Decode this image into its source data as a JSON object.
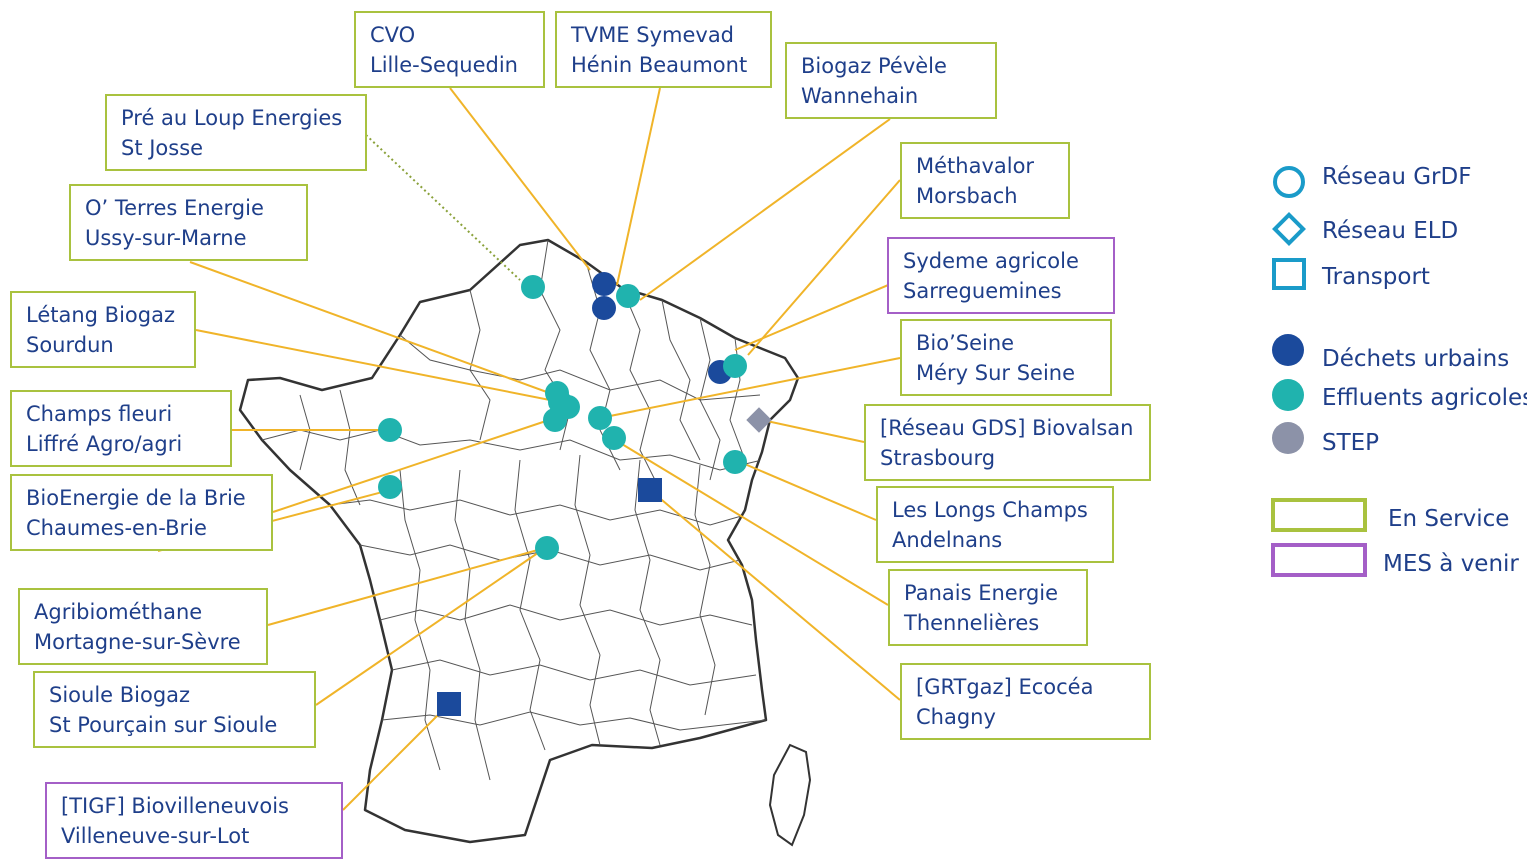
{
  "sites": [
    {
      "id": "cvo",
      "name": "CVO",
      "location": "Lille-Sequedin",
      "status": "en_service"
    },
    {
      "id": "tvme",
      "name": "TVME Symevad",
      "location": "Hénin Beaumont",
      "status": "en_service"
    },
    {
      "id": "pevele",
      "name": "Biogaz Pévèle",
      "location": "Wannehain",
      "status": "en_service"
    },
    {
      "id": "preauloup",
      "name": "Pré au Loup Energies",
      "location": "St Josse",
      "status": "en_service"
    },
    {
      "id": "methavalor",
      "name": "Méthavalor",
      "location": "Morsbach",
      "status": "en_service"
    },
    {
      "id": "oterres",
      "name": "O’ Terres Energie",
      "location": "Ussy-sur-Marne",
      "status": "en_service"
    },
    {
      "id": "sydeme",
      "name": "Sydeme agricole",
      "location": "Sarreguemines",
      "status": "mes_a_venir"
    },
    {
      "id": "letang",
      "name": "Létang Biogaz",
      "location": "Sourdun",
      "status": "en_service"
    },
    {
      "id": "bioseine",
      "name": "Bio’Seine",
      "location": "Méry Sur Seine",
      "status": "en_service"
    },
    {
      "id": "champsfleuri",
      "name": "Champs fleuri",
      "location": "Liffré  Agro/agri",
      "status": "en_service"
    },
    {
      "id": "biovalsan",
      "name": "[Réseau GDS] Biovalsan",
      "location": "Strasbourg",
      "status": "en_service"
    },
    {
      "id": "bioenergie",
      "name": "BioEnergie de la Brie",
      "location": "Chaumes-en-Brie",
      "status": "en_service"
    },
    {
      "id": "longschamps",
      "name": "Les Longs Champs",
      "location": "Andelnans",
      "status": "en_service"
    },
    {
      "id": "agribio",
      "name": "Agribiométhane",
      "location": "Mortagne-sur-Sèvre",
      "status": "en_service"
    },
    {
      "id": "panais",
      "name": "Panais Energie",
      "location": "Thennelières",
      "status": "en_service"
    },
    {
      "id": "sioule",
      "name": "Sioule Biogaz",
      "location": "St Pourçain sur Sioule",
      "status": "en_service"
    },
    {
      "id": "ecocea",
      "name": "[GRTgaz] Ecocéa",
      "location": "Chagny",
      "status": "en_service"
    },
    {
      "id": "tigf",
      "name": "[TIGF] Biovilleneuvois",
      "location": "Villeneuve-sur-Lot",
      "status": "mes_a_venir"
    }
  ],
  "markers": [
    {
      "kind": "circle",
      "category": "agricole"
    },
    {
      "kind": "circle",
      "category": "urbain"
    },
    {
      "kind": "circle",
      "category": "urbain"
    },
    {
      "kind": "circle",
      "category": "agricole"
    },
    {
      "kind": "circle",
      "category": "urbain"
    },
    {
      "kind": "circle",
      "category": "agricole"
    },
    {
      "kind": "circle",
      "category": "agricole"
    },
    {
      "kind": "circle",
      "category": "agricole"
    },
    {
      "kind": "circle",
      "category": "agricole"
    },
    {
      "kind": "circle",
      "category": "agricole"
    },
    {
      "kind": "circle",
      "category": "agricole"
    },
    {
      "kind": "circle",
      "category": "agricole"
    },
    {
      "kind": "circle",
      "category": "agricole"
    },
    {
      "kind": "circle",
      "category": "agricole"
    },
    {
      "kind": "circle",
      "category": "agricole"
    },
    {
      "kind": "circle",
      "category": "agricole"
    },
    {
      "kind": "diamond",
      "category": "step"
    },
    {
      "kind": "square",
      "category": "urbain"
    },
    {
      "kind": "square",
      "category": "urbain"
    }
  ],
  "legend": {
    "network": [
      {
        "shape": "circle",
        "label": "Réseau GrDF"
      },
      {
        "shape": "diamond",
        "label": "Réseau ELD"
      },
      {
        "shape": "square",
        "label": "Transport"
      }
    ],
    "waste": [
      {
        "color_key": "urbain",
        "label": "Déchets urbains"
      },
      {
        "color_key": "agricole",
        "label": "Effluents agricoles"
      },
      {
        "color_key": "step",
        "label": "STEP"
      }
    ],
    "status": [
      {
        "key": "en_service",
        "label": "En Service"
      },
      {
        "key": "mes_a_venir",
        "label": "MES à venir"
      }
    ]
  },
  "colors": {
    "urbain": "#1b4a9c",
    "agricole": "#20b3ae",
    "step": "#8c92a8",
    "en_service": "#a9c23f",
    "mes_a_venir": "#a45fc7",
    "leader": "#f0b429",
    "text": "#1f3f8a",
    "network_outline": "#1a9bc9"
  }
}
